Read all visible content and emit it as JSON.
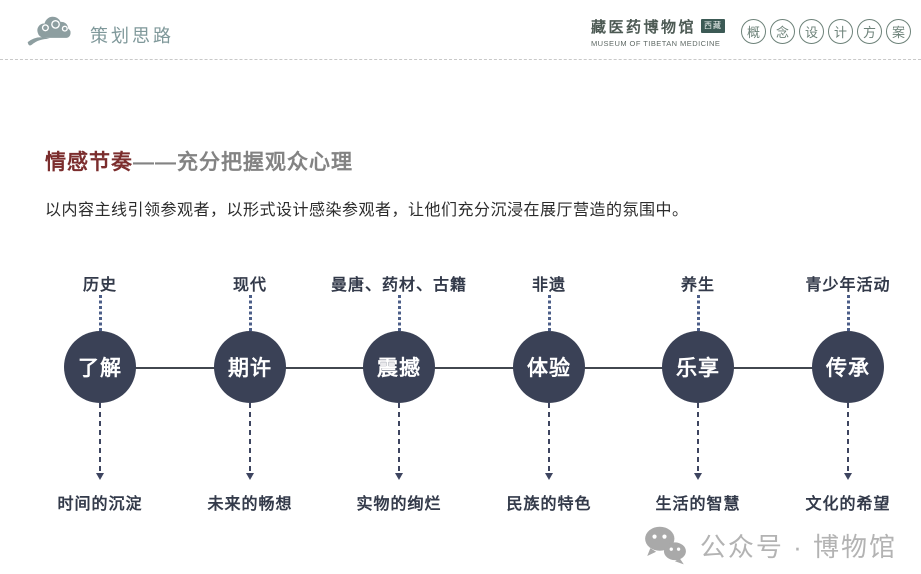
{
  "header": {
    "section_title": "策划思路",
    "logo": {
      "museum_name": "藏医药博物馆",
      "badge": "西藏",
      "museum_name_en": "MUSEUM OF TIBETAN MEDICINE"
    },
    "stamp_chars": [
      "概",
      "念",
      "设",
      "计",
      "方",
      "案"
    ]
  },
  "main": {
    "title_highlight": "情感节奏",
    "title_rest": "——充分把握观众心理",
    "subtitle": "以内容主线引领参观者，以形式设计感染参观者，让他们充分沉浸在展厅营造的氛围中。"
  },
  "timeline": {
    "stages": [
      {
        "top_label": "历史",
        "circle_label": "了解",
        "bottom_label": "时间的沉淀"
      },
      {
        "top_label": "现代",
        "circle_label": "期许",
        "bottom_label": "未来的畅想"
      },
      {
        "top_label": "曼唐、药材、古籍",
        "circle_label": "震撼",
        "bottom_label": "实物的绚烂"
      },
      {
        "top_label": "非遗",
        "circle_label": "体验",
        "bottom_label": "民族的特色"
      },
      {
        "top_label": "养生",
        "circle_label": "乐享",
        "bottom_label": "生活的智慧"
      },
      {
        "top_label": "青少年活动",
        "circle_label": "传承",
        "bottom_label": "文化的希望"
      }
    ]
  },
  "watermark": {
    "text": "公众号 · 博物馆"
  },
  "colors": {
    "accent_maroon": "#7b2d2d",
    "title_gray": "#838383",
    "circle_fill": "#3a4156",
    "label_navy": "#333a4a",
    "dotted_blue": "#4c5e88",
    "header_teal": "#7f989a",
    "stamp_green": "#6d8279",
    "badge_bg": "#3c5a55",
    "watermark_gray": "#b3b3b3"
  }
}
